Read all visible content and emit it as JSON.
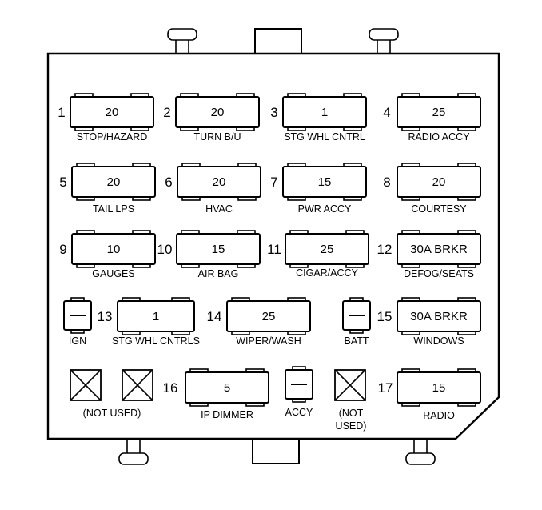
{
  "diagram": {
    "fuses": [
      {
        "id": "1",
        "number": "1",
        "rating": "20",
        "label": "STOP/HAZARD"
      },
      {
        "id": "2",
        "number": "2",
        "rating": "20",
        "label": "TURN B/U"
      },
      {
        "id": "3",
        "number": "3",
        "rating": "1",
        "label": "STG WHL CNTRL"
      },
      {
        "id": "4",
        "number": "4",
        "rating": "25",
        "label": "RADIO ACCY"
      },
      {
        "id": "5",
        "number": "5",
        "rating": "20",
        "label": "TAIL LPS"
      },
      {
        "id": "6",
        "number": "6",
        "rating": "20",
        "label": "HVAC"
      },
      {
        "id": "7",
        "number": "7",
        "rating": "15",
        "label": "PWR ACCY"
      },
      {
        "id": "8",
        "number": "8",
        "rating": "20",
        "label": "COURTESY"
      },
      {
        "id": "9",
        "number": "9",
        "rating": "10",
        "label": "GAUGES"
      },
      {
        "id": "10",
        "number": "10",
        "rating": "15",
        "label": "AIR BAG"
      },
      {
        "id": "11",
        "number": "11",
        "rating": "25",
        "label": "CIGAR/ACCY"
      },
      {
        "id": "12",
        "number": "12",
        "rating": "30A BRKR",
        "label": "DEFOG/SEATS"
      },
      {
        "id": "13",
        "number": "13",
        "rating": "1",
        "label": "STG WHL CNTRLS"
      },
      {
        "id": "14",
        "number": "14",
        "rating": "25",
        "label": "WIPER/WASH"
      },
      {
        "id": "15",
        "number": "15",
        "rating": "30A BRKR",
        "label": "WINDOWS"
      },
      {
        "id": "16",
        "number": "16",
        "rating": "5",
        "label": "IP DIMMER"
      },
      {
        "id": "17",
        "number": "17",
        "rating": "15",
        "label": "RADIO"
      }
    ],
    "small_slots": [
      {
        "id": "ign",
        "label": "IGN"
      },
      {
        "id": "batt",
        "label": "BATT"
      },
      {
        "id": "accy",
        "label": "ACCY"
      }
    ],
    "unused_slots": {
      "left_label": "(NOT USED)",
      "right_label_line1": "(NOT",
      "right_label_line2": "USED)"
    }
  }
}
